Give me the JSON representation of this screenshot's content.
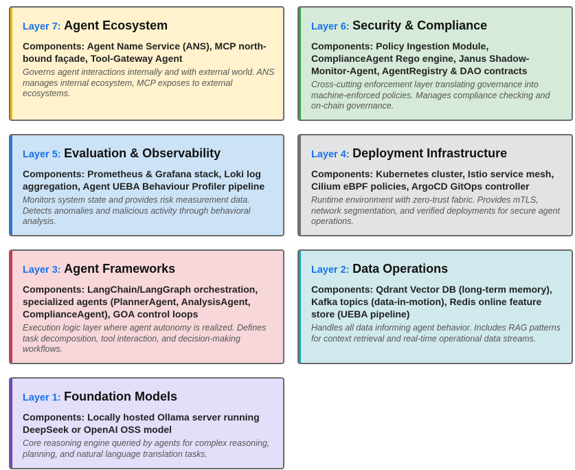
{
  "components_label": "Components:",
  "layers": [
    {
      "tag": "Layer 7:",
      "name": "Agent Ecosystem",
      "components": "Agent Name Service (ANS), MCP north-bound façade, Tool-Gateway Agent",
      "description": "Governs agent interactions internally and with external world. ANS manages internal ecosystem, MCP exposes to external ecosystems.",
      "bg": "#fff2cc",
      "accent": "#f5b800"
    },
    {
      "tag": "Layer 6:",
      "name": "Security & Compliance",
      "components": "Policy Ingestion Module, ComplianceAgent Rego engine, Janus Shadow-Monitor-Agent, AgentRegistry & DAO contracts",
      "description": "Cross-cutting enforcement layer translating governance into machine-enforced policies. Manages compliance checking and on-chain governance.",
      "bg": "#d5ead9",
      "accent": "#2fa84f"
    },
    {
      "tag": "Layer 5:",
      "name": "Evaluation & Observability",
      "components": "Prometheus & Grafana stack, Loki log aggregation, Agent UEBA Behaviour Profiler pipeline",
      "description": "Monitors system state and provides risk measurement data. Detects anomalies and malicious activity through behavioral analysis.",
      "bg": "#cce3f7",
      "accent": "#1e7be6"
    },
    {
      "tag": "Layer 4:",
      "name": "Deployment Infrastructure",
      "components": "Kubernetes cluster, Istio service mesh, Cilium eBPF policies, ArgoCD GitOps controller",
      "description": "Runtime environment with zero-trust fabric. Provides mTLS, network segmentation, and verified deployments for secure agent operations.",
      "bg": "#e3e3e5",
      "accent": "#6c757d"
    },
    {
      "tag": "Layer 3:",
      "name": "Agent Frameworks",
      "components": "LangChain/LangGraph orchestration, specialized agents (PlannerAgent, AnalysisAgent, ComplianceAgent), GOA control loops",
      "description": "Execution logic layer where agent autonomy is realized. Defines task decomposition, tool interaction, and decision-making workflows.",
      "bg": "#f7d7da",
      "accent": "#dc3545"
    },
    {
      "tag": "Layer 2:",
      "name": "Data Operations",
      "components": "Qdrant Vector DB (long-term memory), Kafka topics (data-in-motion), Redis online feature store (UEBA pipeline)",
      "description": "Handles all data informing agent behavior. Includes RAG patterns for context retrieval and real-time operational data streams.",
      "bg": "#d0e9ec",
      "accent": "#17a2b8"
    },
    {
      "tag": "Layer 1:",
      "name": "Foundation Models",
      "components": "Locally hosted Ollama server running DeepSeek or OpenAI OSS model",
      "description": "Core reasoning engine queried by agents for complex reasoning, planning, and natural language translation tasks.",
      "bg": "#e3def9",
      "accent": "#6f42c1"
    }
  ]
}
